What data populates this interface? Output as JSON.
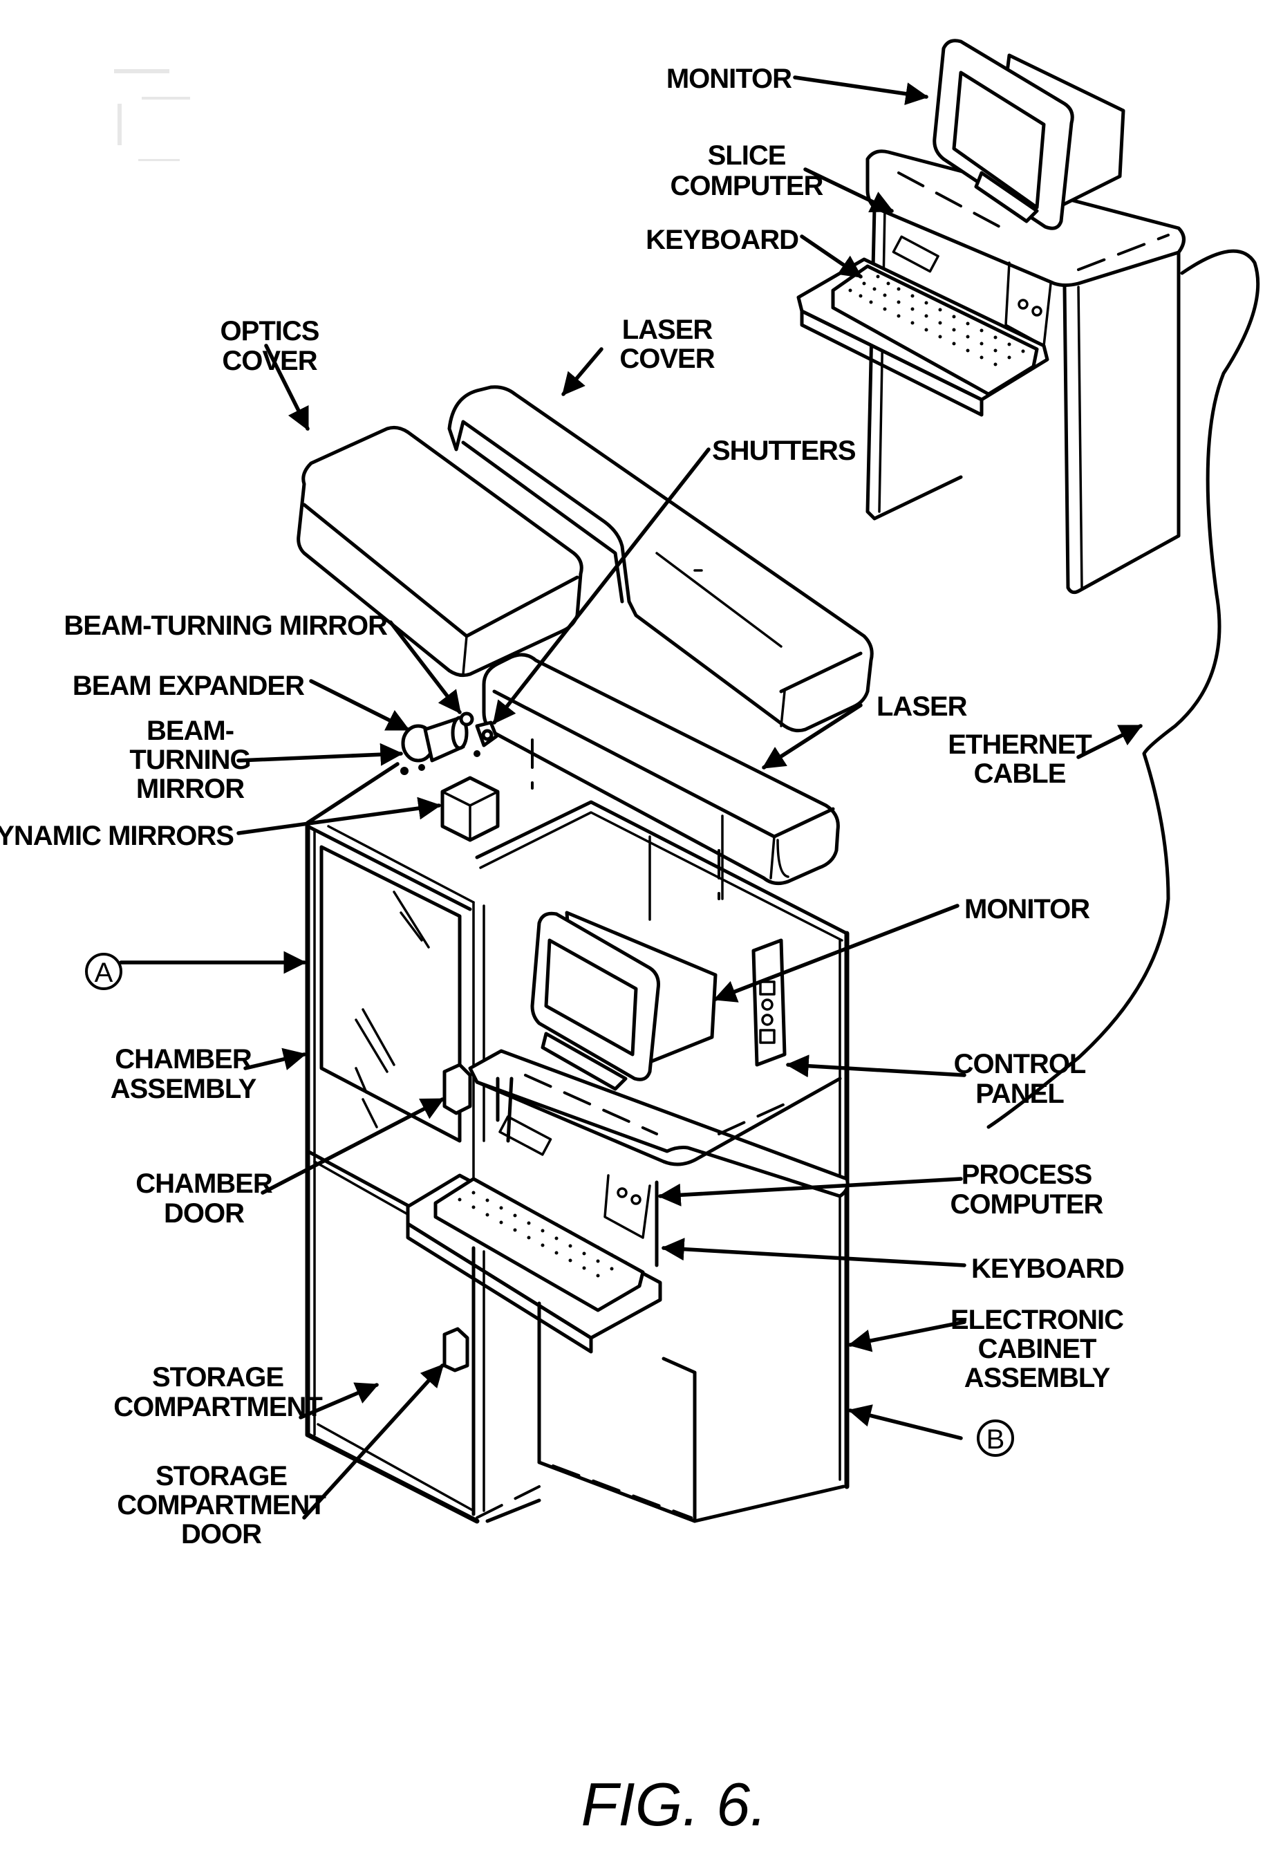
{
  "figure": {
    "caption": "FIG. 6.",
    "description": "Exploded isometric view of a stereolithography system"
  },
  "labels": {
    "monitor_top": "MONITOR",
    "slice_computer": [
      "SLICE",
      "COMPUTER"
    ],
    "keyboard_top": "KEYBOARD",
    "optics_cover": [
      "OPTICS",
      "COVER"
    ],
    "laser_cover": [
      "LASER",
      "COVER"
    ],
    "shutters": "SHUTTERS",
    "beam_turning_mirror_top": "BEAM-TURNING MIRROR",
    "beam_expander": "BEAM EXPANDER",
    "beam_turning_mirror_left": [
      "BEAM-",
      "TURNING",
      "MIRROR"
    ],
    "dynamic_mirrors": "DYNAMIC MIRRORS",
    "laser": "LASER",
    "ethernet_cable": [
      "ETHERNET",
      "CABLE"
    ],
    "monitor_mid": "MONITOR",
    "chamber_assembly": [
      "CHAMBER",
      "ASSEMBLY"
    ],
    "control_panel": [
      "CONTROL",
      "PANEL"
    ],
    "chamber_door": [
      "CHAMBER",
      "DOOR"
    ],
    "process_computer": [
      "PROCESS",
      "COMPUTER"
    ],
    "keyboard_mid": "KEYBOARD",
    "electronic_cabinet_assembly": [
      "ELECTRONIC",
      "CABINET",
      "ASSEMBLY"
    ],
    "storage_compartment": [
      "STORAGE",
      "COMPARTMENT"
    ],
    "storage_compartment_door": [
      "STORAGE",
      "COMPARTMENT",
      "DOOR"
    ]
  },
  "markers": {
    "a": "A",
    "b": "B"
  }
}
